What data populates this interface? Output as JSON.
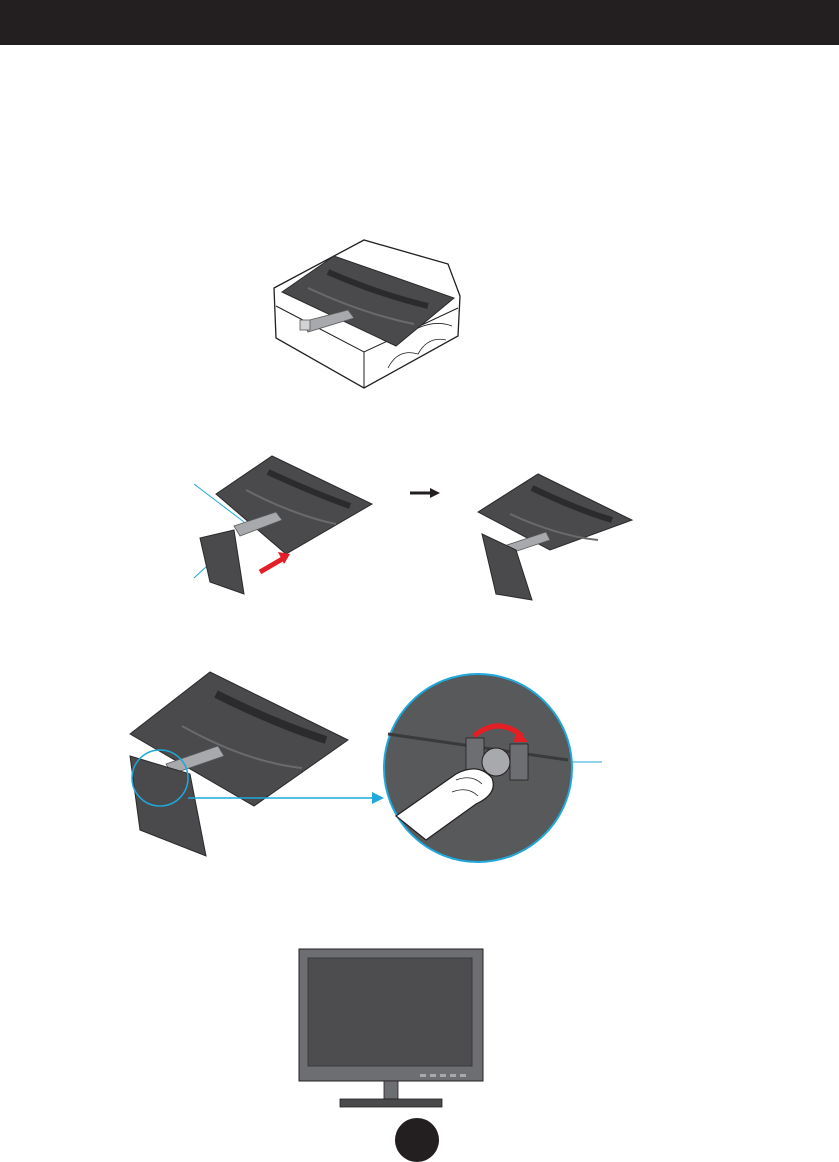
{
  "header": {
    "bar_color": "#231f20"
  },
  "steps": [
    {
      "illustration": "monitor-face-down-on-packing-cushion"
    },
    {
      "illustration": "attach-stand-base-to-neck",
      "arrow_color": "#e31e24",
      "next_arrow_color": "#231f20",
      "callout_color": "#1fa8d9"
    },
    {
      "illustration": "turn-base-screw-to-lock",
      "rotation_arrow_color": "#e31e24",
      "zoom_circle_color": "#1fa8d9"
    },
    {
      "illustration": "assembled-monitor-front-view"
    }
  ],
  "footer": {
    "page_number": ""
  }
}
